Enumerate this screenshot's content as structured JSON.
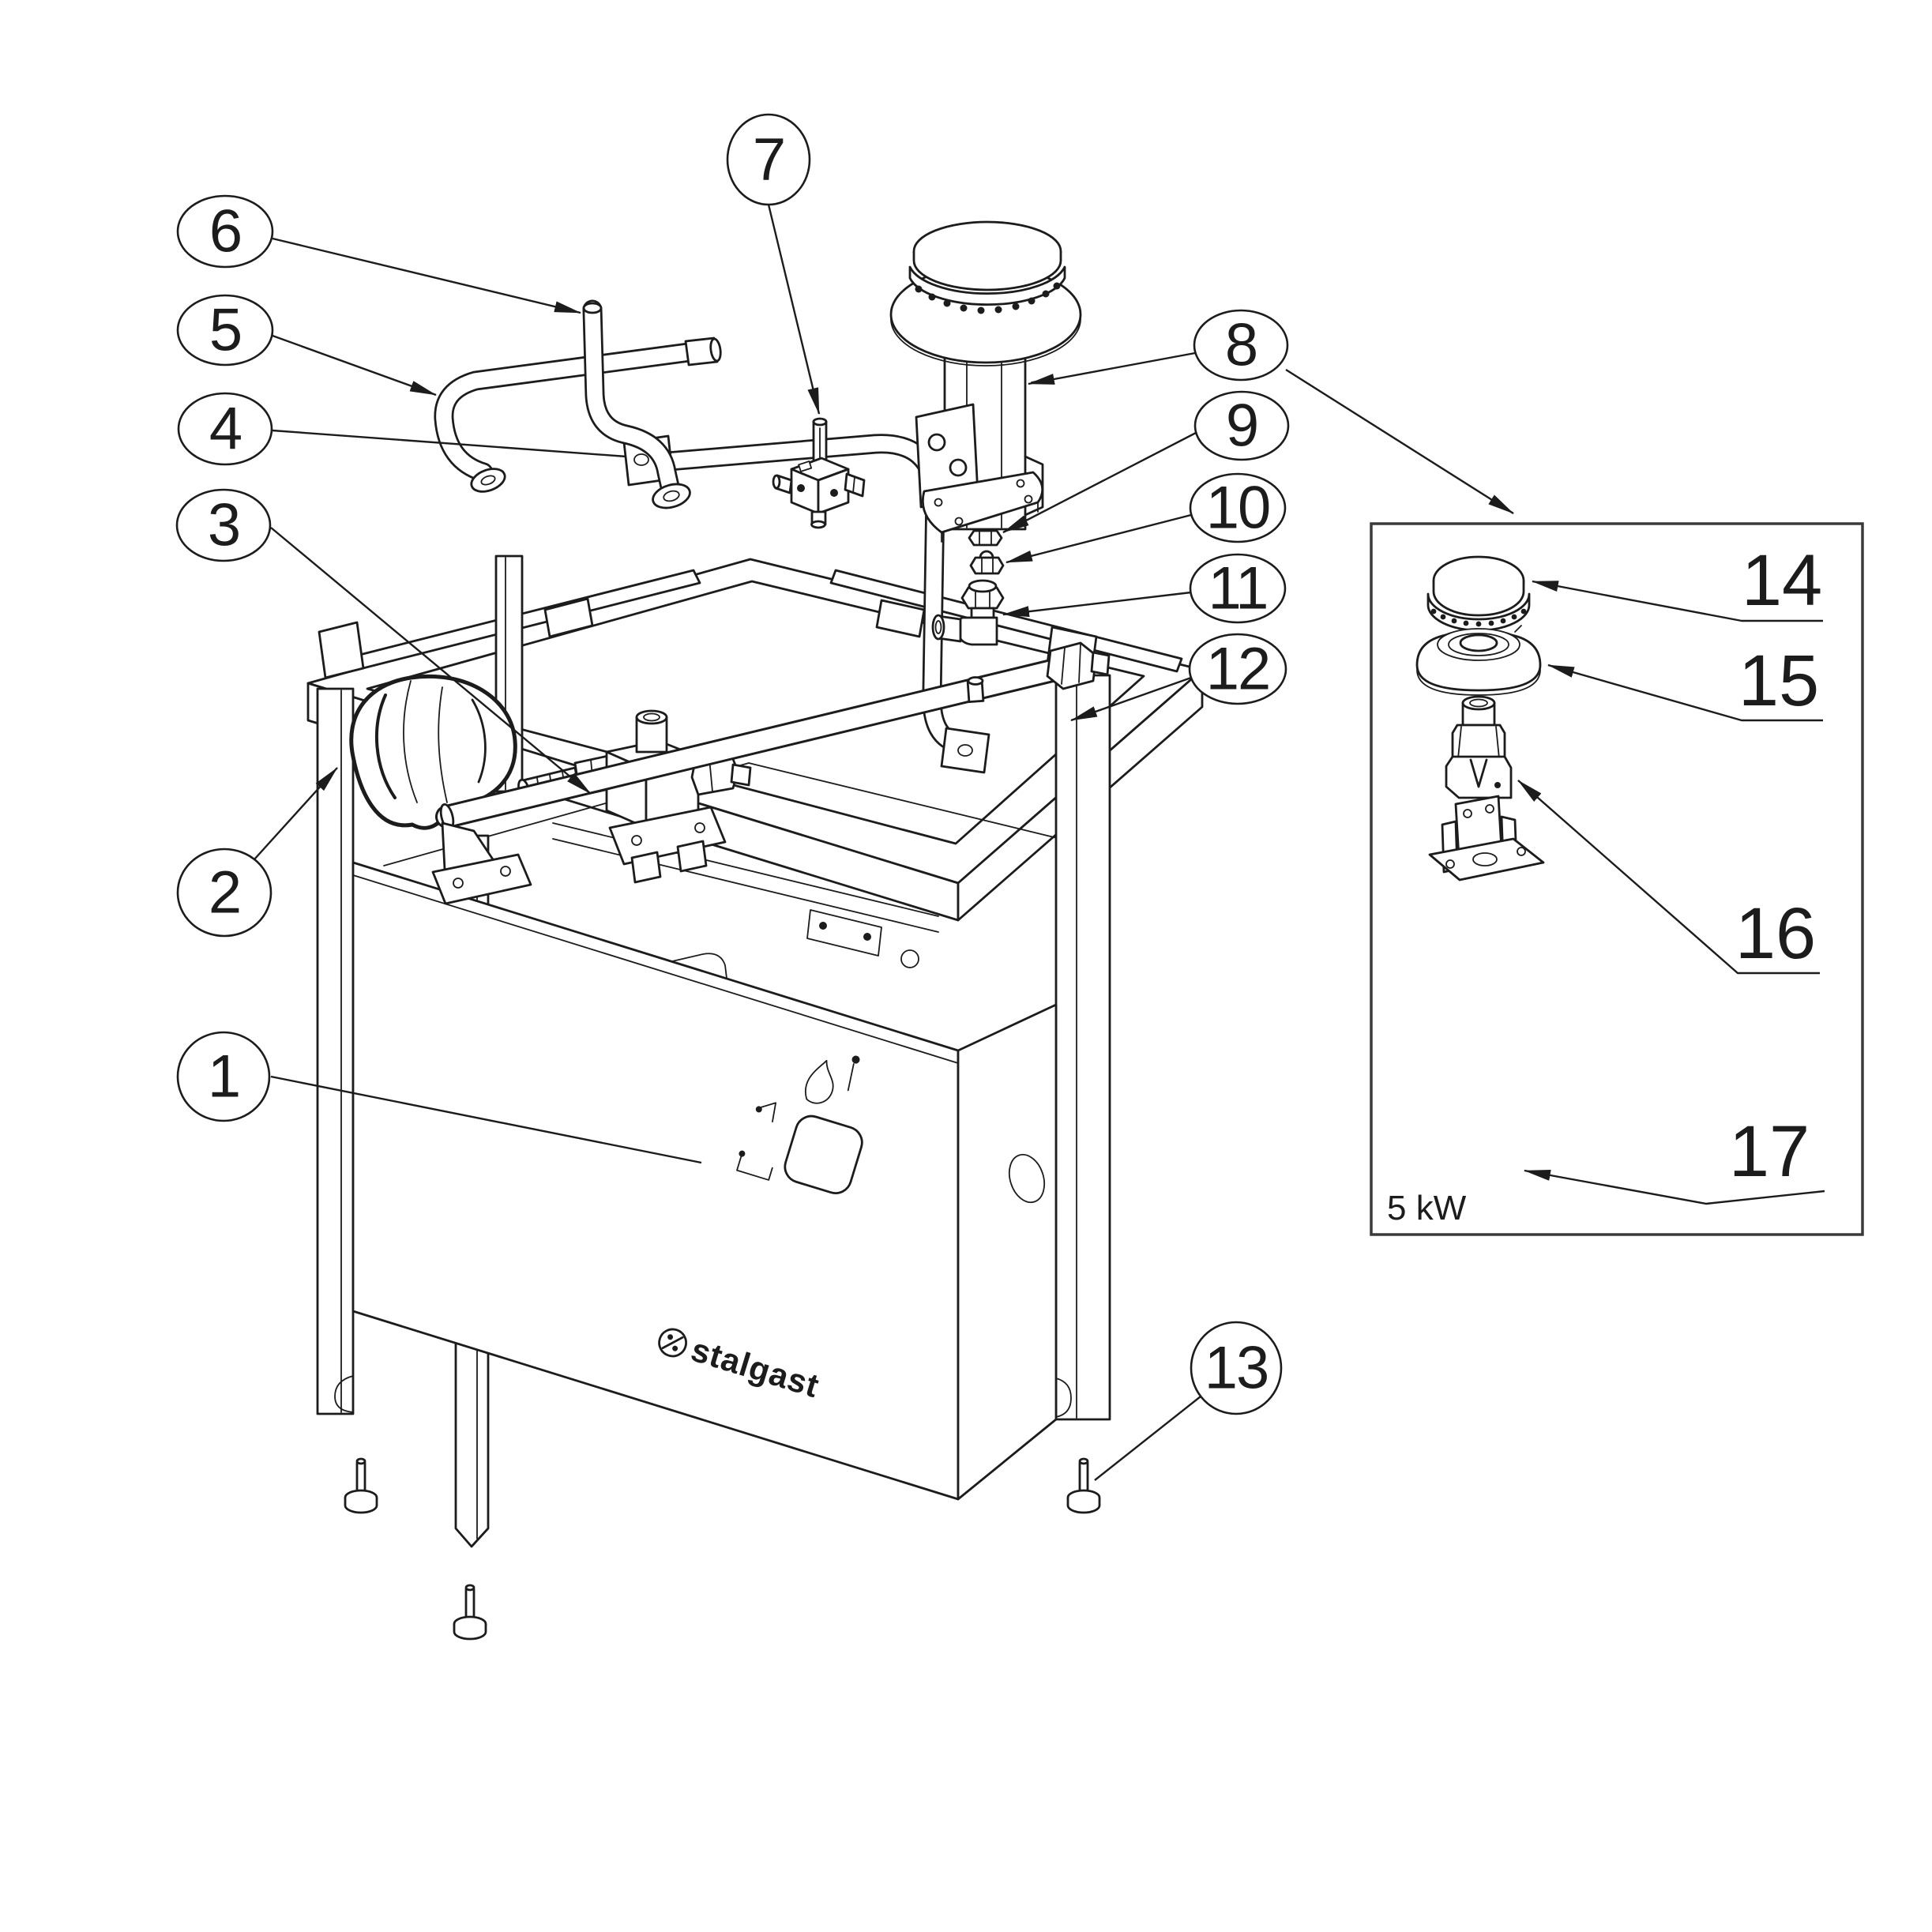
{
  "diagram": {
    "colors": {
      "line": "#1c1c1c",
      "background": "#ffffff"
    },
    "callouts": [
      {
        "label": "1"
      },
      {
        "label": "2"
      },
      {
        "label": "3"
      },
      {
        "label": "4"
      },
      {
        "label": "5"
      },
      {
        "label": "6"
      },
      {
        "label": "7"
      },
      {
        "label": "8"
      },
      {
        "label": "9"
      },
      {
        "label": "10"
      },
      {
        "label": "11"
      },
      {
        "label": "12"
      },
      {
        "label": "13"
      }
    ],
    "inset": {
      "caption": "5 kW",
      "labels": [
        {
          "label": "14"
        },
        {
          "label": "15"
        },
        {
          "label": "16"
        },
        {
          "label": "17"
        }
      ]
    },
    "brand": {
      "logo_text": "stalgast"
    }
  }
}
